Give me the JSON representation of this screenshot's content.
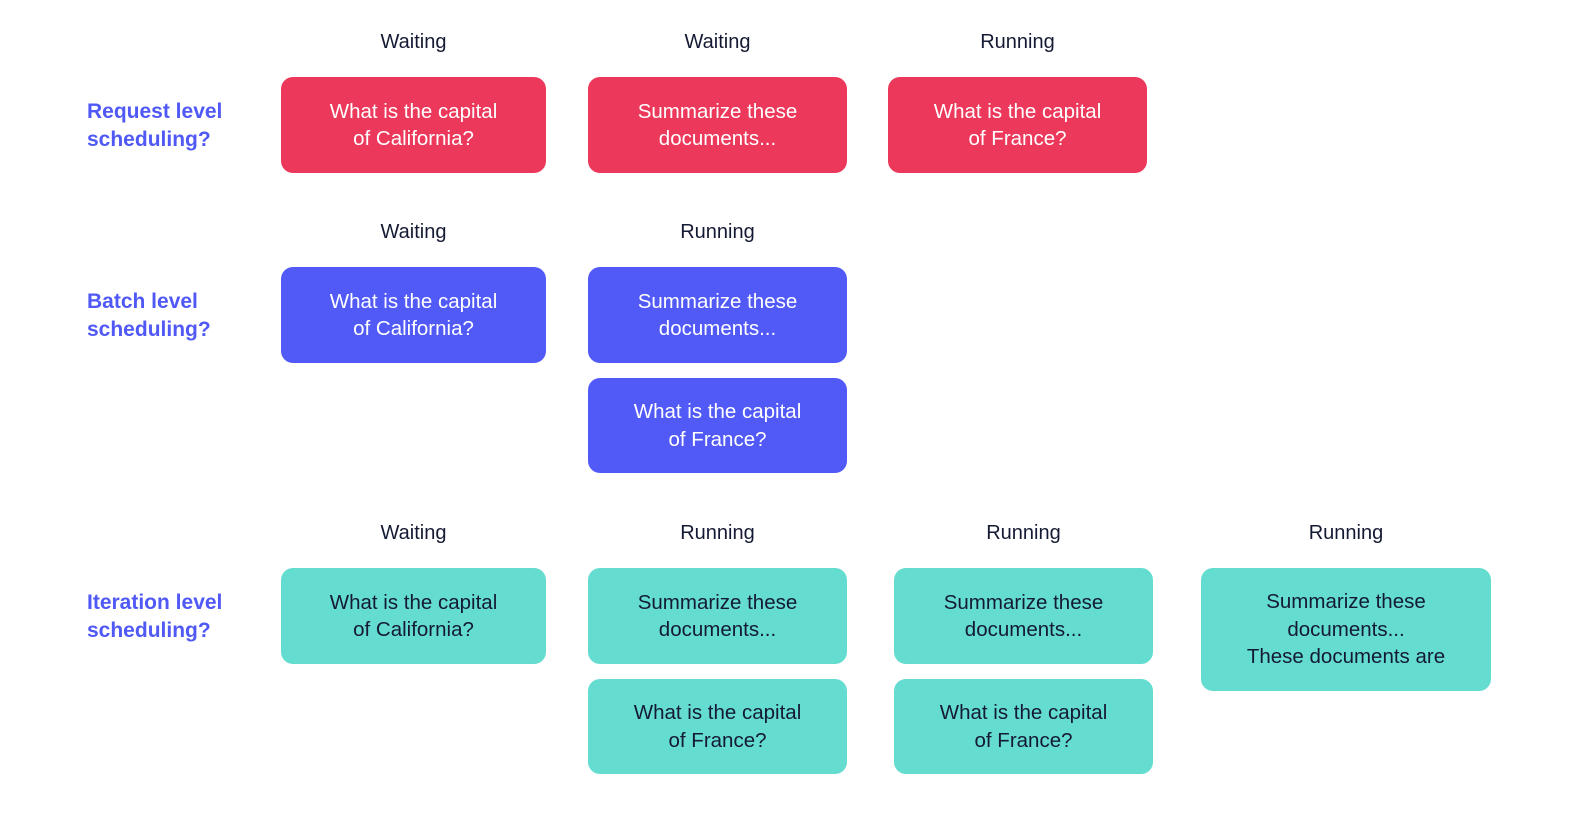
{
  "colors": {
    "label": "#5059f5",
    "status_text": "#141a33",
    "request_card": "#ec385a",
    "batch_card": "#5159f6",
    "iteration_card": "#64dcd0"
  },
  "rows": {
    "request": {
      "label": "Request level\nscheduling?",
      "columns": [
        {
          "status": "Waiting",
          "cards": [
            "What is the capital\nof California?"
          ]
        },
        {
          "status": "Waiting",
          "cards": [
            "Summarize these\ndocuments..."
          ]
        },
        {
          "status": "Running",
          "cards": [
            "What is the capital\nof France?"
          ]
        }
      ]
    },
    "batch": {
      "label": "Batch level\nscheduling?",
      "columns": [
        {
          "status": "Waiting",
          "cards": [
            "What is the capital\nof California?"
          ]
        },
        {
          "status": "Running",
          "cards": [
            "Summarize these\ndocuments...",
            "What is the capital\nof France?"
          ]
        }
      ]
    },
    "iteration": {
      "label": "Iteration level\nscheduling?",
      "columns": [
        {
          "status": "Waiting",
          "cards": [
            "What is the capital\nof California?"
          ]
        },
        {
          "status": "Running",
          "cards": [
            "Summarize these\ndocuments...",
            "What is the capital\nof France?"
          ]
        },
        {
          "status": "Running",
          "cards": [
            "Summarize these\ndocuments...",
            "What is the capital\nof France?"
          ]
        },
        {
          "status": "Running",
          "cards": [
            "Summarize these\ndocuments...\nThese documents are"
          ]
        }
      ]
    }
  }
}
